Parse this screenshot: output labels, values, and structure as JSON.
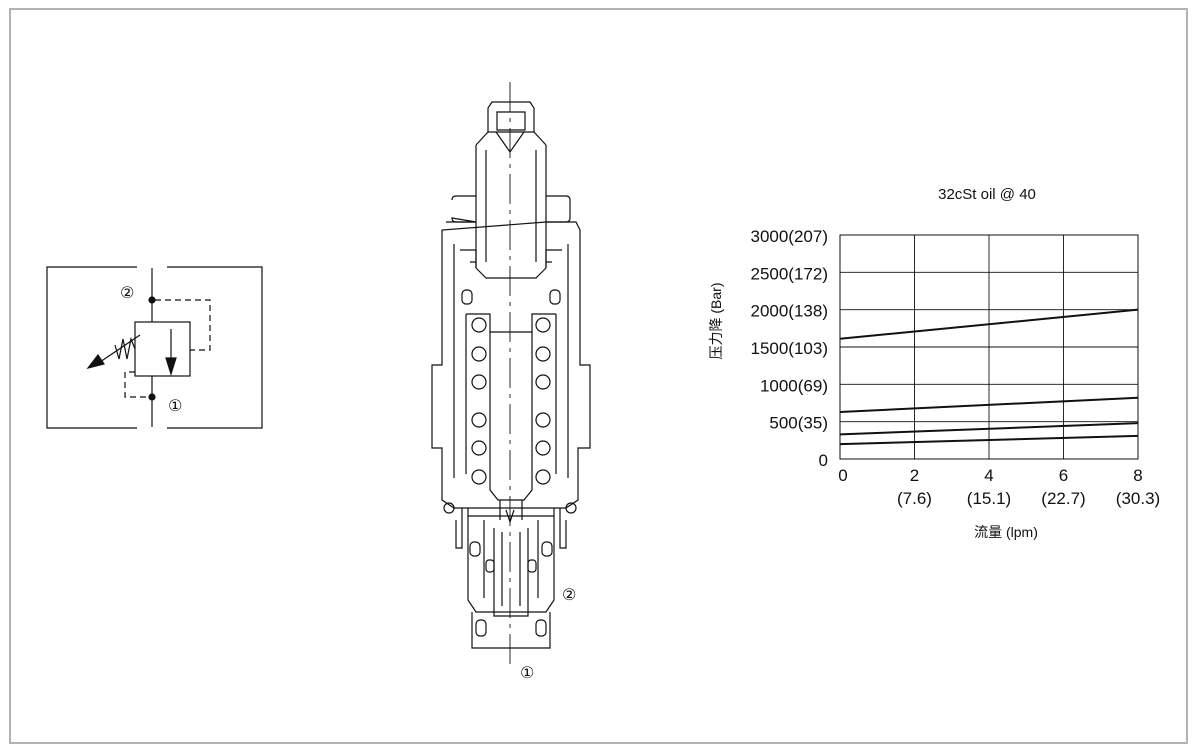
{
  "symbol": {
    "port_2": "②",
    "port_1": "①"
  },
  "section": {
    "port_2": "②",
    "port_1": "①"
  },
  "chart_data": {
    "type": "line",
    "title": "32cSt oil @ 40",
    "xlabel": "流量 (lpm)",
    "ylabel": "压力降 (Bar)",
    "x_ticks": [
      {
        "value": 0,
        "label": "0",
        "sub": ""
      },
      {
        "value": 2,
        "label": "2",
        "sub": "(7.6)"
      },
      {
        "value": 4,
        "label": "4",
        "sub": "(15.1)"
      },
      {
        "value": 6,
        "label": "6",
        "sub": "(22.7)"
      },
      {
        "value": 8,
        "label": "8",
        "sub": "(30.3)"
      }
    ],
    "y_ticks": [
      {
        "value": 0,
        "label": "0"
      },
      {
        "value": 500,
        "label": "500(35)"
      },
      {
        "value": 1000,
        "label": "1000(69)"
      },
      {
        "value": 1500,
        "label": "1500(103)"
      },
      {
        "value": 2000,
        "label": "2000(138)"
      },
      {
        "value": 2500,
        "label": "2500(172)"
      },
      {
        "value": 3000,
        "label": "3000(207)"
      }
    ],
    "xlim": [
      0,
      8
    ],
    "ylim": [
      0,
      3000
    ],
    "grid": true,
    "series": [
      {
        "x": [
          0,
          8
        ],
        "y": [
          1610,
          2000
        ]
      },
      {
        "x": [
          0,
          8
        ],
        "y": [
          630,
          820
        ]
      },
      {
        "x": [
          0,
          8
        ],
        "y": [
          330,
          480
        ]
      },
      {
        "x": [
          0,
          8
        ],
        "y": [
          200,
          310
        ]
      }
    ]
  }
}
